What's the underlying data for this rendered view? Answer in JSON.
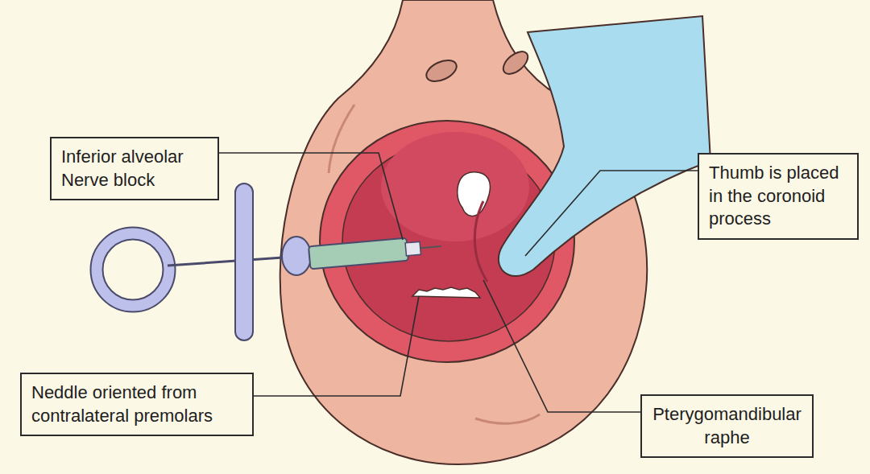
{
  "diagram": {
    "nodes": [
      {
        "text": [
          "Inferior alveolar Nerve block"
        ]
      },
      {
        "text": [
          "Thumb is placed in the coronoid process"
        ]
      },
      {
        "text": [
          "Neddle oriented from contralateral premolars"
        ]
      },
      {
        "text": [
          "Pterygomandibular raphe"
        ]
      }
    ]
  }
}
